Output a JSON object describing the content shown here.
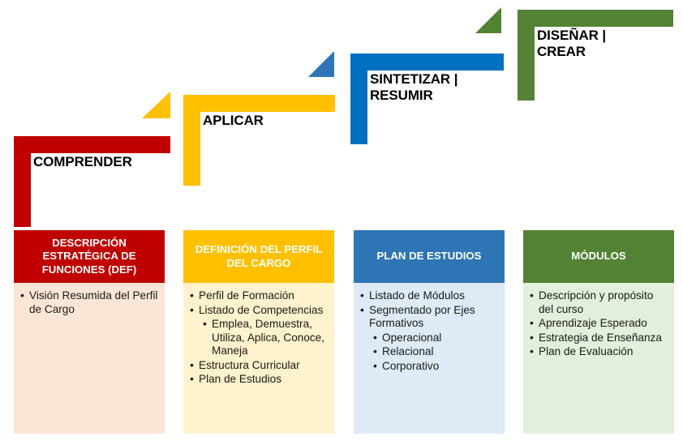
{
  "diagram": {
    "title_semantic": "curriculum-design-staircase",
    "steps": [
      {
        "id": "comprender",
        "label": "COMPRENDER",
        "color": "#C00000",
        "tri_color": "#FFC000",
        "label_font_size": 17
      },
      {
        "id": "aplicar",
        "label": "APLICAR",
        "color": "#FFC000",
        "tri_color": "#FFC000",
        "label_font_size": 17
      },
      {
        "id": "sintetizar-resumir",
        "label": "SINTETIZAR |\nRESUMIR",
        "color": "#0070C0",
        "tri_color": "#2E75B6",
        "label_font_size": 17
      },
      {
        "id": "disenar-crear",
        "label": "DISEÑAR |\nCREAR",
        "color": "#548235",
        "tri_color": "#548235",
        "label_font_size": 17
      }
    ],
    "cards": [
      {
        "id": "def",
        "header": "DESCRIPCIÓN ESTRATÉGICA DE FUNCIONES (DEF)",
        "header_bg": "#C00000",
        "body_bg": "#FBE5D6",
        "items": [
          {
            "text": "Visión Resumida del Perfil de Cargo",
            "sub": []
          }
        ]
      },
      {
        "id": "perfil-cargo",
        "header": "DEFINICIÓN DEL PERFIL DEL CARGO",
        "header_bg": "#FFC000",
        "body_bg": "#FFF2CC",
        "items": [
          {
            "text": "Perfil de Formación",
            "sub": []
          },
          {
            "text": "Listado de Competencias",
            "sub": [
              "Emplea, Demuestra, Utiliza, Aplica, Conoce, Maneja"
            ]
          },
          {
            "text": "Estructura Curricular",
            "sub": []
          },
          {
            "text": "Plan de Estudios",
            "sub": []
          }
        ]
      },
      {
        "id": "plan-estudios",
        "header": "PLAN DE ESTUDIOS",
        "header_bg": "#2E75B6",
        "body_bg": "#DEEAF6",
        "items": [
          {
            "text": "Listado de Módulos",
            "sub": []
          },
          {
            "text": "Segmentado por Ejes Formativos",
            "sub": [
              "Operacional",
              "Relacional",
              "Corporativo"
            ]
          }
        ]
      },
      {
        "id": "modulos",
        "header": "MÓDULOS",
        "header_bg": "#548235",
        "body_bg": "#E2EFDA",
        "items": [
          {
            "text": "Descripción y propósito del curso",
            "sub": []
          },
          {
            "text": "Aprendizaje Esperado",
            "sub": []
          },
          {
            "text": "Estrategia de Enseñanza",
            "sub": []
          },
          {
            "text": "Plan de Evaluación",
            "sub": []
          }
        ]
      }
    ]
  }
}
